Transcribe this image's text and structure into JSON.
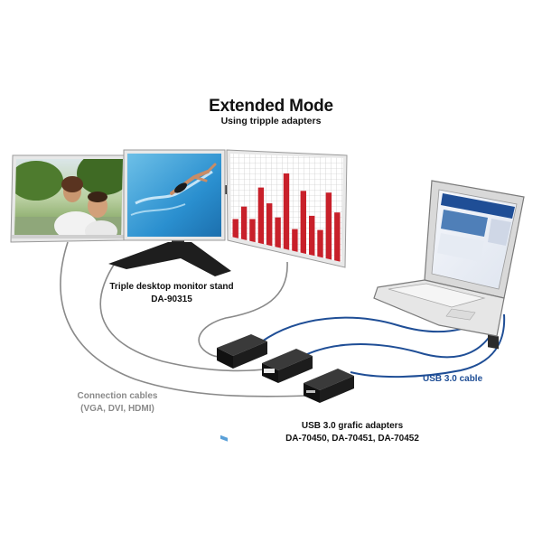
{
  "title": "Extended Mode",
  "subtitle": "Using tripple adapters",
  "labels": {
    "stand_line1": "Triple desktop monitor stand",
    "stand_line2": "DA-90315",
    "cables_line1": "Connection cables",
    "cables_line2": "(VGA, DVI, HDMI)",
    "usb_cable": "USB 3.0 cable",
    "adapters_line1": "USB 3.0 grafic adapters",
    "adapters_line2": "DA-70450, DA-70451, DA-70452"
  },
  "bar_chart_on_screen": {
    "values": [
      0.28,
      0.45,
      0.32,
      0.72,
      0.55,
      0.4,
      0.95,
      0.3,
      0.78,
      0.5,
      0.35,
      0.82,
      0.6
    ]
  },
  "colors": {
    "usb_cable": "#1f4e96",
    "connection_cable": "#8a8a8a",
    "bar": "#c8202a",
    "adapter": "#1c1c1c",
    "monitor_frame": "#e8e8e8"
  }
}
